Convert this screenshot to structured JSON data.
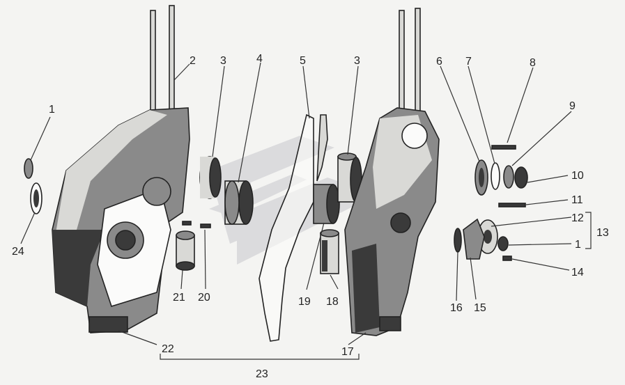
{
  "callouts": [
    "1",
    "2",
    "3",
    "4",
    "5",
    "3",
    "6",
    "7",
    "8",
    "9",
    "10",
    "11",
    "12",
    "13",
    "1",
    "14",
    "15",
    "16",
    "17",
    "18",
    "19",
    "20",
    "21",
    "22",
    "23",
    "24"
  ],
  "colors": {
    "ink": "#222222",
    "paper": "#f4f4f2",
    "watermark": "#c8c8cc"
  },
  "icons": [
    "crankcase-left-half",
    "crankcase-right-half",
    "stud-bolts",
    "bearing",
    "gasket",
    "seal-ring",
    "washer",
    "screw",
    "cover-plate",
    "watermark-logo"
  ]
}
